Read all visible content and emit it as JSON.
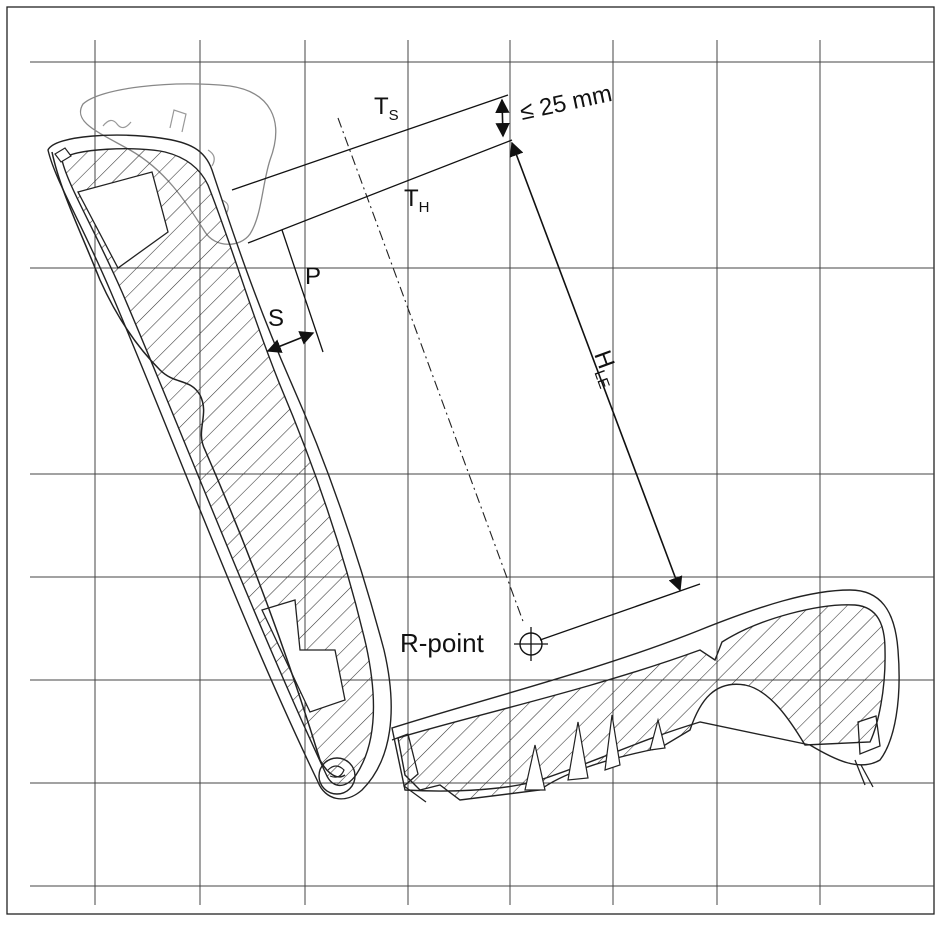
{
  "labels": {
    "ts_main": "T",
    "ts_sub": "S",
    "th_main": "T",
    "th_sub": "H",
    "le25": "≤ 25 mm",
    "p": "P",
    "s": "S",
    "hle_main": "H",
    "hle_sub": "LE",
    "rpoint": "R-point"
  },
  "colors": {
    "line": "#222222",
    "grid": "#444444",
    "hatch": "#333333"
  }
}
